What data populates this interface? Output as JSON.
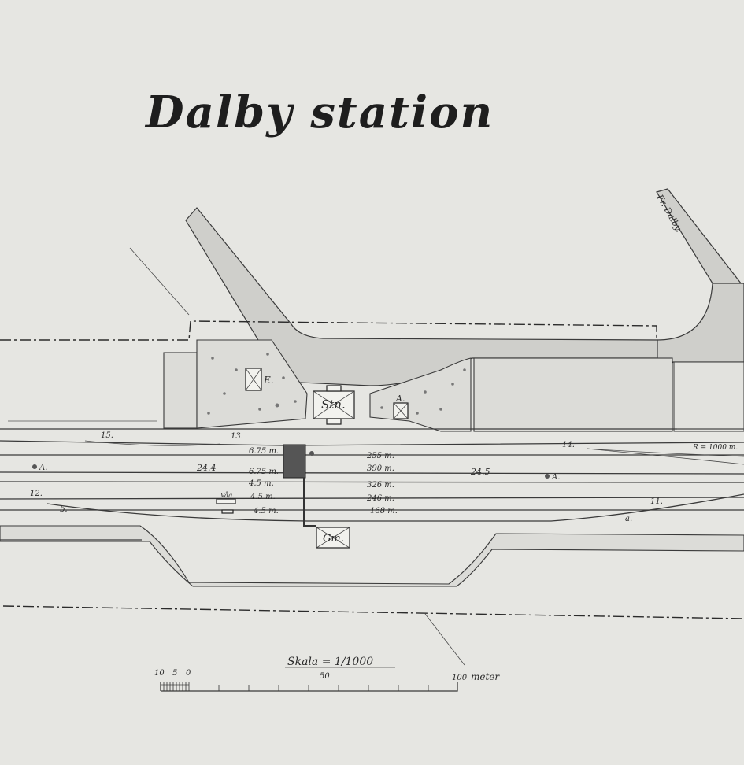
{
  "title": "Dalby station",
  "road_label": "Fr. Dalby.",
  "scale_text": "Skala = 1/1000",
  "scale_bar": {
    "ticks": [
      "10",
      "5",
      "0",
      "50",
      "100"
    ],
    "unit": "meter"
  },
  "buildings": {
    "station": "Stn.",
    "e": "E.",
    "a": "A.",
    "gm": "Gm.",
    "vag": "Våg."
  },
  "switches": [
    "11.",
    "12.",
    "13.",
    "14.",
    "15."
  ],
  "track_lengths": [
    {
      "spacing": "6.75 m.",
      "length": "255 m."
    },
    {
      "spacing": "6.75 m.",
      "length": "390 m."
    },
    {
      "spacing": "4.5 m.",
      "length": "326 m."
    },
    {
      "spacing": "4.5 m.",
      "length": "246 m."
    },
    {
      "spacing": "4.5 m.",
      "length": "168 m."
    }
  ],
  "side_marks": {
    "a_left": "A.",
    "a_right": "A.",
    "a_small": "a.",
    "b_small": "b."
  },
  "elevations": [
    "24.4",
    "24.5"
  ],
  "curve_radius": "R = 1000 m."
}
